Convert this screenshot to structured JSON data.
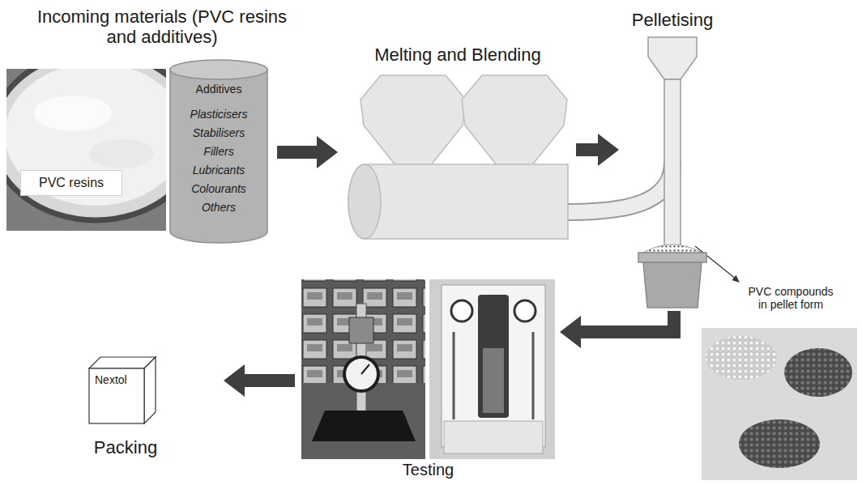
{
  "diagram": {
    "nodes": [
      {
        "text": [
          "PVC resins"
        ]
      },
      {
        "text": [
          "Additives",
          "Plasticisers Stabilisers Fillers Lubricants Colourants Others"
        ]
      },
      {
        "text": [
          "Melting and Blending"
        ]
      },
      {
        "text": [
          "Pelletising"
        ]
      },
      {
        "text": [
          "Testing"
        ]
      },
      {
        "text": [
          "Nextol",
          "Packing"
        ]
      }
    ],
    "edges": [
      {
        "from": 1,
        "to": 2,
        "arrow": "to"
      },
      {
        "from": 2,
        "to": 3,
        "arrow": "to"
      },
      {
        "from": 3,
        "to": 4,
        "arrow": "to"
      },
      {
        "from": 4,
        "to": 5,
        "arrow": "to"
      }
    ],
    "labels": [
      "Incoming materials (PVC resins and additives)",
      "PVC compounds in pellet form"
    ]
  }
}
